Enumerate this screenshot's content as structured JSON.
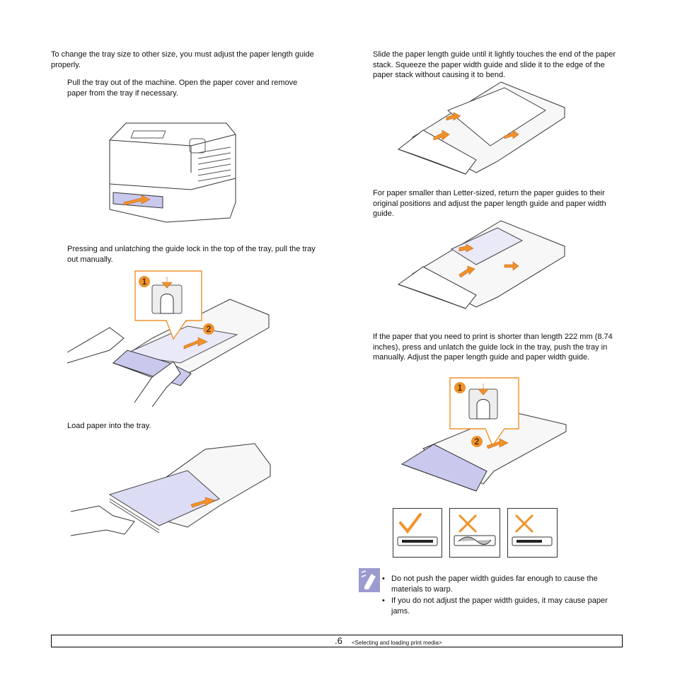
{
  "left": {
    "intro": "To change the tray size to other size, you must adjust the paper length guide properly.",
    "step1": "Pull the tray out of the machine. Open the paper cover and remove paper from the tray if necessary.",
    "step2": "Pressing and unlatching the guide lock in the top of the tray, pull the tray out manually.",
    "step3": "Load paper into the tray.",
    "callout_num_1": "1",
    "callout_num_2": "2"
  },
  "right": {
    "step4": "Slide the paper length guide until it lightly touches the end of the paper stack. Squeeze the paper width guide and slide it to the edge of the paper stack without causing it to bend.",
    "step5": "For paper smaller than Letter-sized, return the paper guides to their original positions and adjust the paper length guide and paper width guide.",
    "step6": "If the paper that you need to print is shorter than length 222 mm (8.74 inches), press and unlatch the guide lock in the tray, push the tray in manually. Adjust the paper length guide and paper width guide.",
    "callout_num_1": "1",
    "callout_num_2": "2"
  },
  "notes": [
    "Do not push the paper width guides far enough to cause the materials to warp.",
    "If you do not adjust the paper width guides, it may cause paper jams."
  ],
  "footer": {
    "page": ".6",
    "section": "<Selecting and loading print media>"
  },
  "colors": {
    "accent": "#f0922b",
    "tray_fill": "#c9c9ee",
    "outline": "#333333"
  }
}
